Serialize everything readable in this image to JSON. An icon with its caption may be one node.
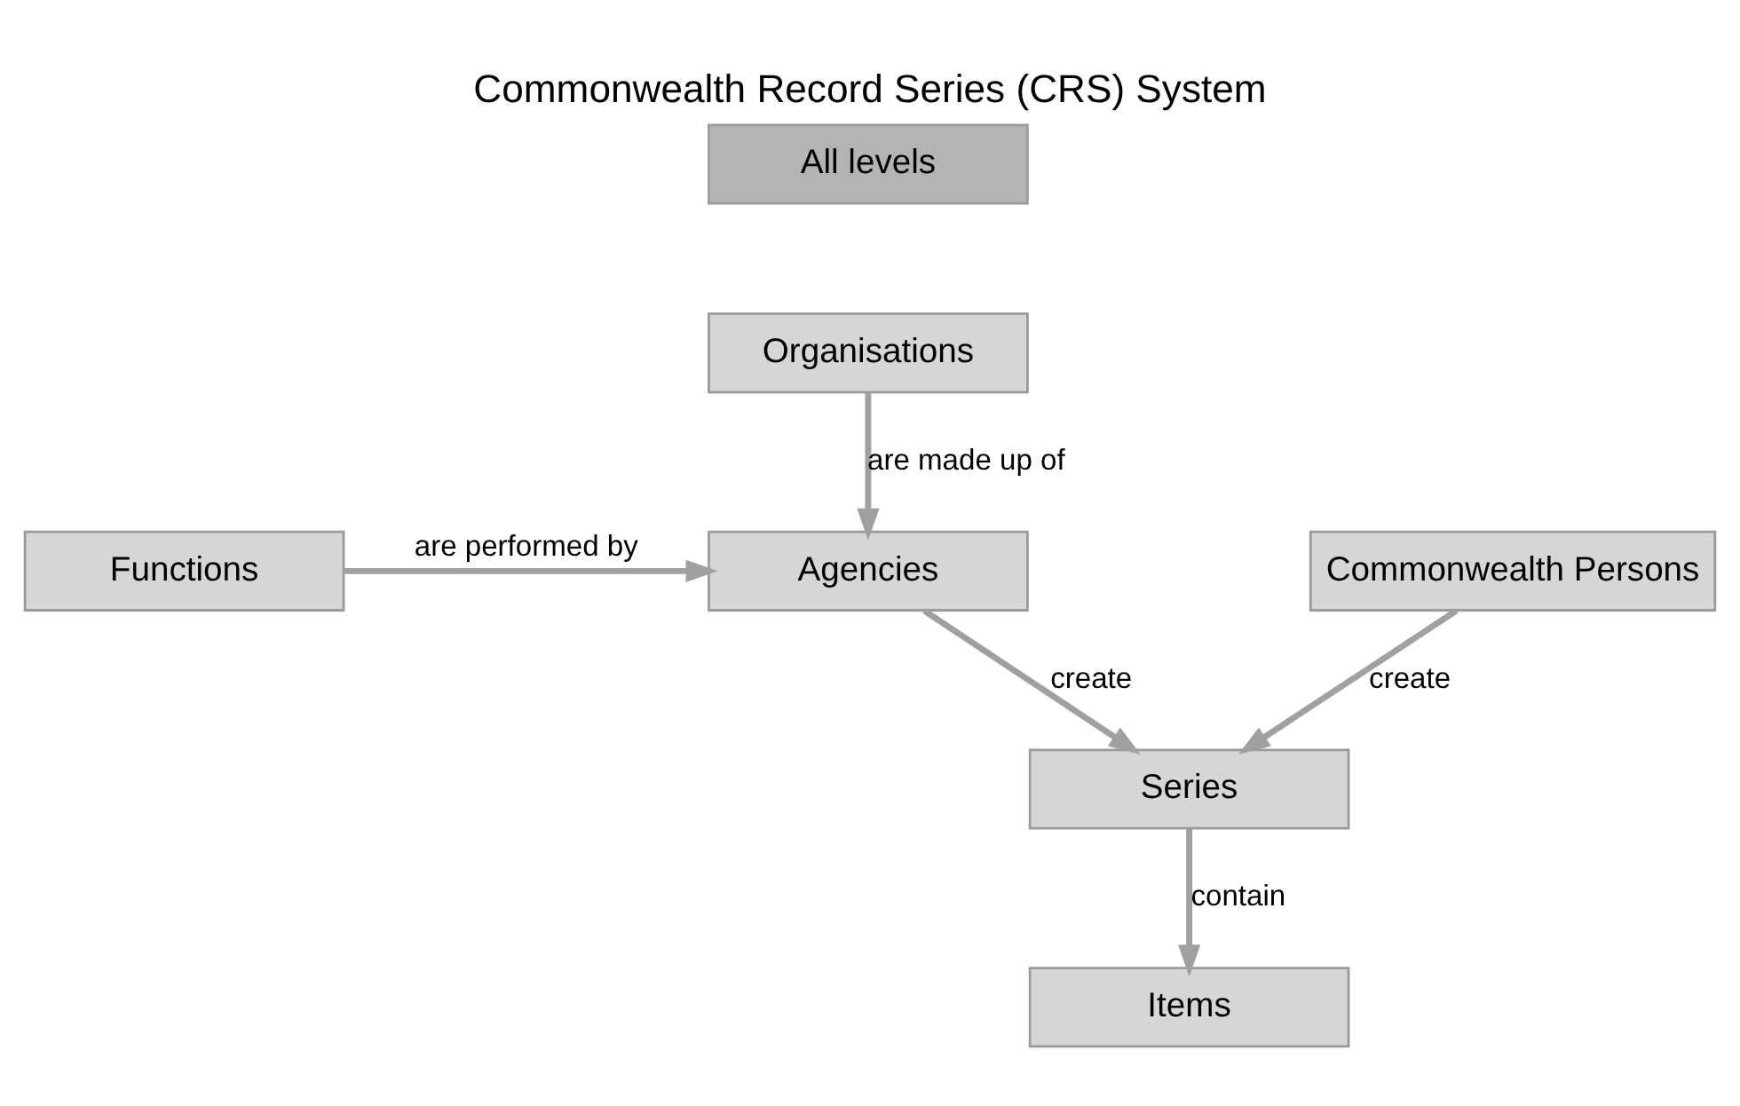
{
  "diagram": {
    "title": "Commonwealth Record Series (CRS) System",
    "nodes": [
      {
        "text": [
          "All levels"
        ]
      },
      {
        "text": [
          "Organisations"
        ]
      },
      {
        "text": [
          "Functions"
        ]
      },
      {
        "text": [
          "Agencies"
        ]
      },
      {
        "text": [
          "Commonwealth Persons"
        ]
      },
      {
        "text": [
          "Series"
        ]
      },
      {
        "text": [
          "Items"
        ]
      }
    ],
    "edges": [
      {
        "from": 1,
        "to": 3,
        "arrow": "to",
        "label": "are made up of"
      },
      {
        "from": 2,
        "to": 3,
        "arrow": "to",
        "label": "are performed by"
      },
      {
        "from": 3,
        "to": 5,
        "arrow": "to",
        "label": "create"
      },
      {
        "from": 4,
        "to": 5,
        "arrow": "to",
        "label": "create"
      },
      {
        "from": 5,
        "to": 6,
        "arrow": "to",
        "label": "contain"
      }
    ]
  }
}
